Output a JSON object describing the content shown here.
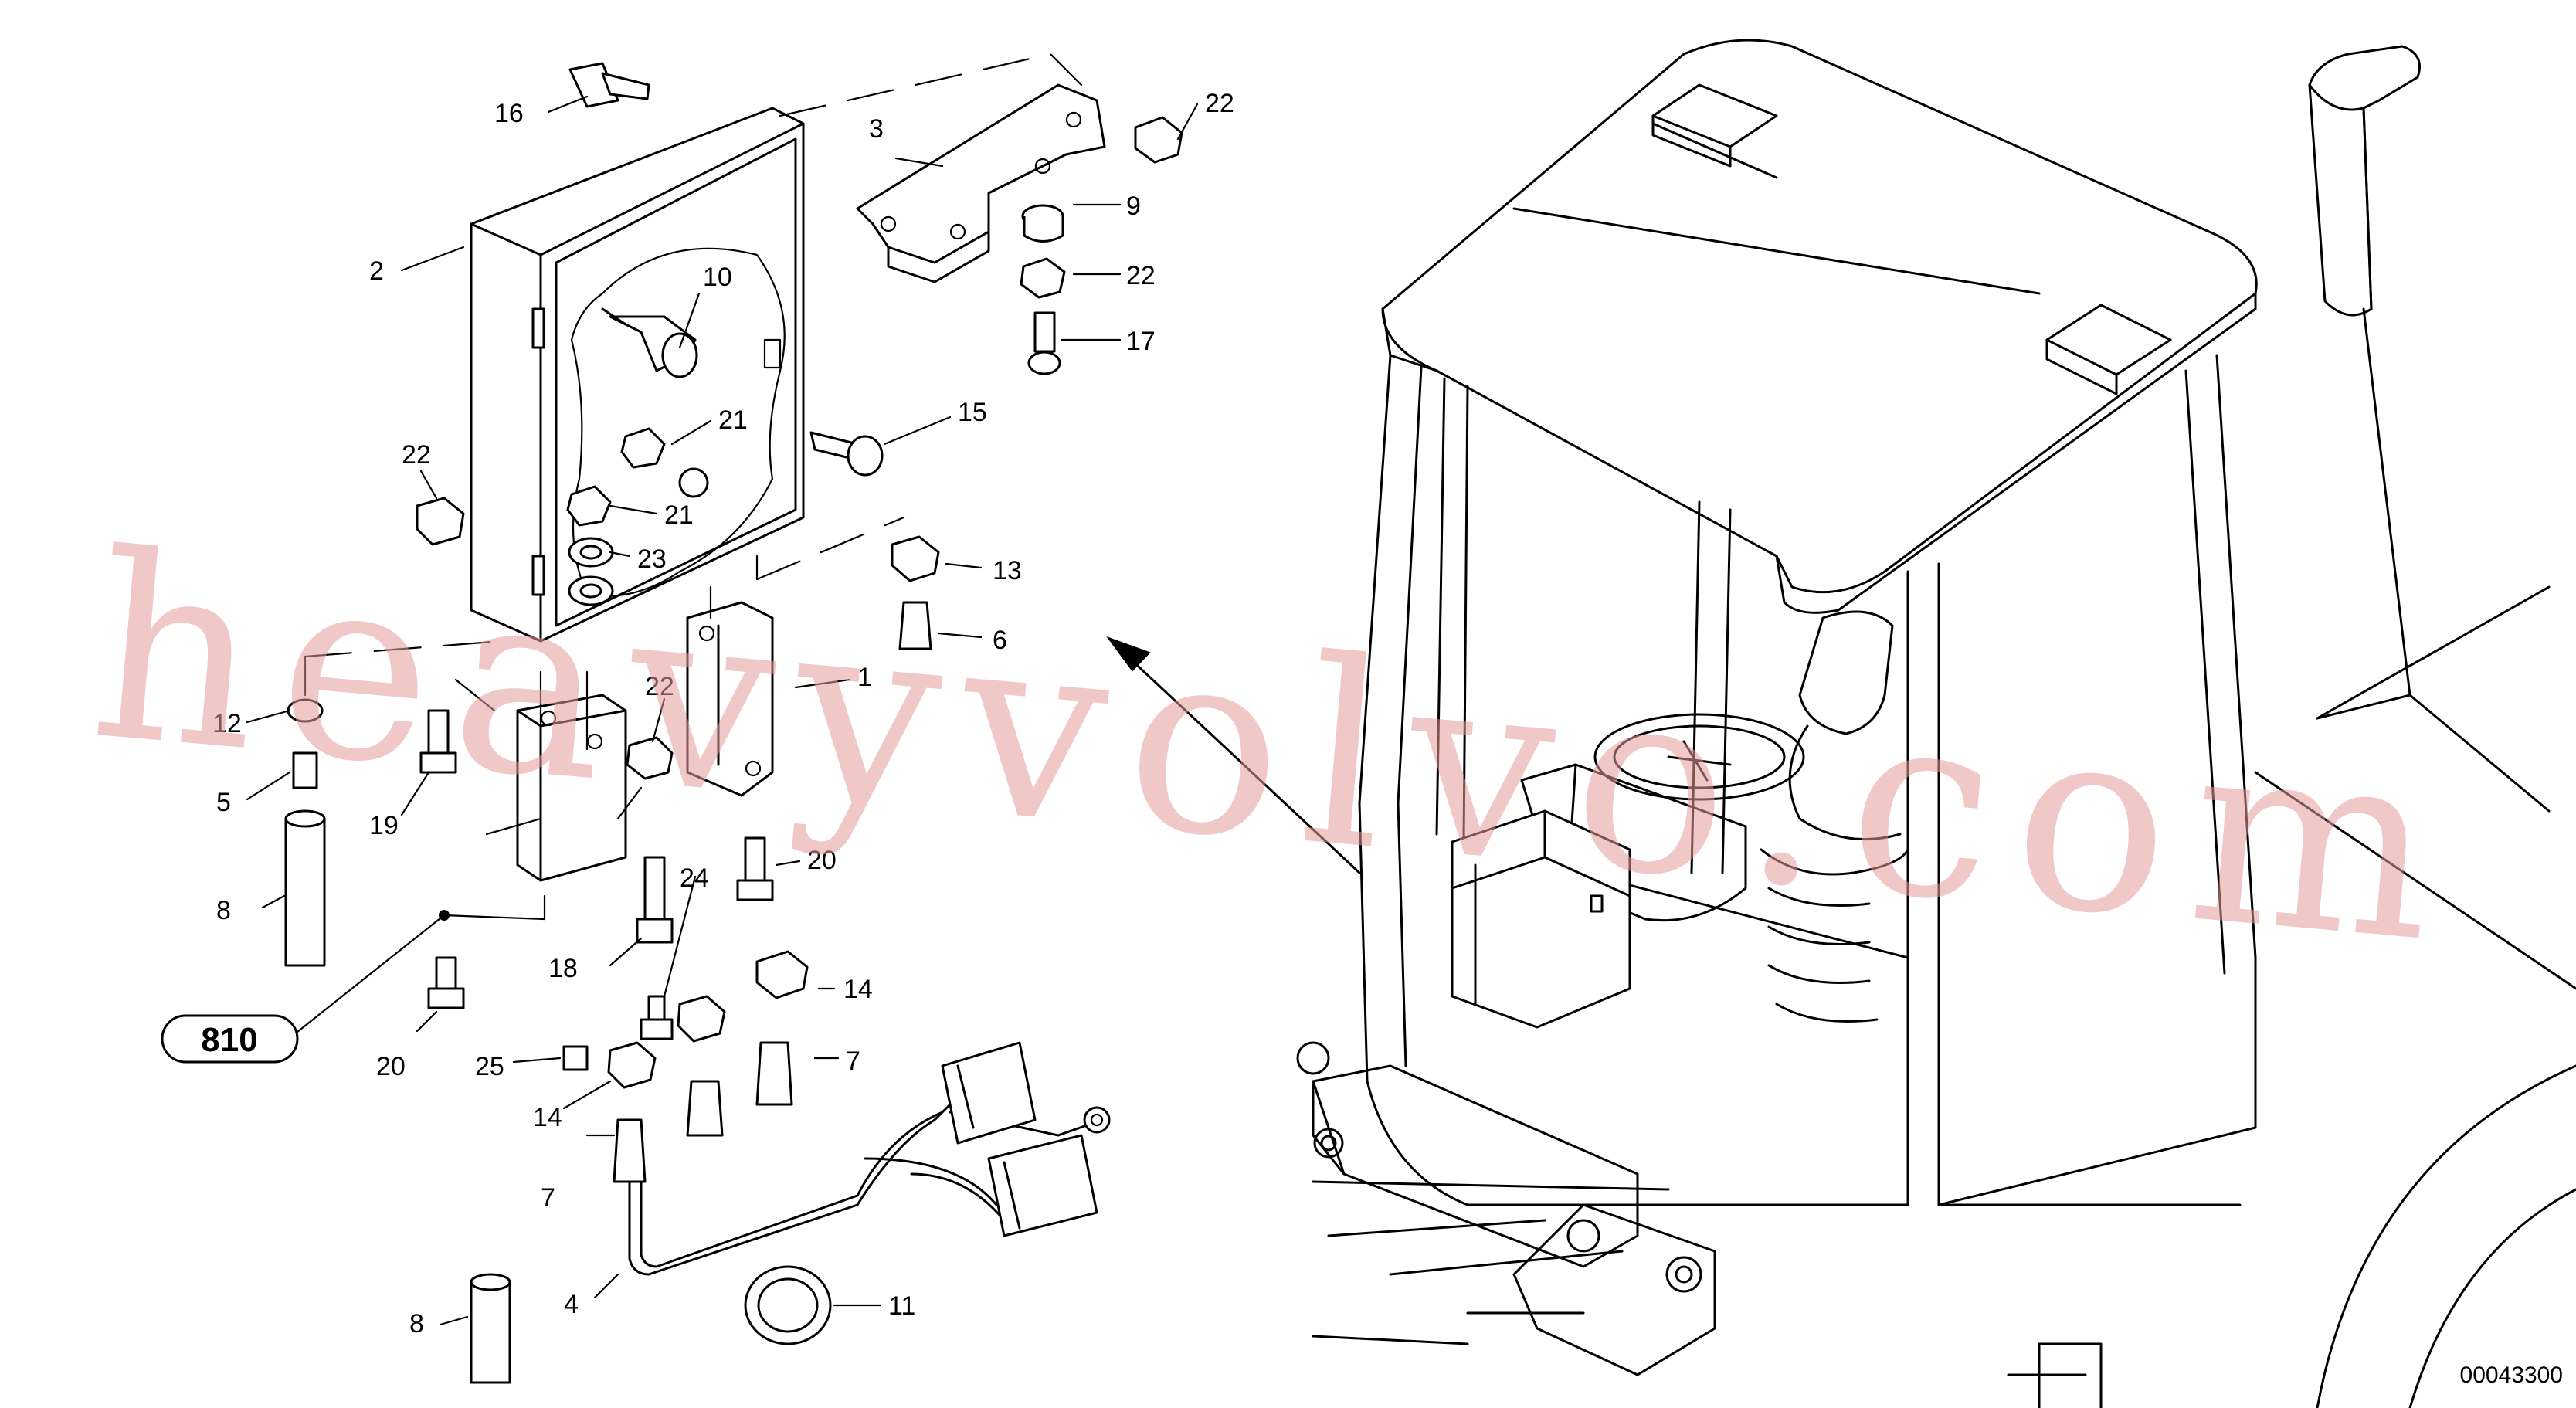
{
  "figure": {
    "drawing_code": "00043300",
    "reference_box": "810",
    "watermark": "heavyvolvo.com"
  },
  "callouts": [
    {
      "id": "c16",
      "text": "16"
    },
    {
      "id": "c3",
      "text": "3"
    },
    {
      "id": "c22a",
      "text": "22"
    },
    {
      "id": "c9",
      "text": "9"
    },
    {
      "id": "c22b",
      "text": "22"
    },
    {
      "id": "c17",
      "text": "17"
    },
    {
      "id": "c2",
      "text": "2"
    },
    {
      "id": "c10",
      "text": "10"
    },
    {
      "id": "c15",
      "text": "15"
    },
    {
      "id": "c22c",
      "text": "22"
    },
    {
      "id": "c21a",
      "text": "21"
    },
    {
      "id": "c21b",
      "text": "21"
    },
    {
      "id": "c23",
      "text": "23"
    },
    {
      "id": "c13",
      "text": "13"
    },
    {
      "id": "c6",
      "text": "6"
    },
    {
      "id": "c1",
      "text": "1"
    },
    {
      "id": "c12",
      "text": "12"
    },
    {
      "id": "c22d",
      "text": "22"
    },
    {
      "id": "c5",
      "text": "5"
    },
    {
      "id": "c19",
      "text": "19"
    },
    {
      "id": "c20a",
      "text": "20"
    },
    {
      "id": "c8a",
      "text": "8"
    },
    {
      "id": "c24",
      "text": "24"
    },
    {
      "id": "c18",
      "text": "18"
    },
    {
      "id": "c14a",
      "text": "14"
    },
    {
      "id": "c20b",
      "text": "20"
    },
    {
      "id": "c25",
      "text": "25"
    },
    {
      "id": "c7a",
      "text": "7"
    },
    {
      "id": "c14b",
      "text": "14"
    },
    {
      "id": "c7b",
      "text": "7"
    },
    {
      "id": "c4",
      "text": "4"
    },
    {
      "id": "c11",
      "text": "11"
    },
    {
      "id": "c8b",
      "text": "8"
    }
  ]
}
